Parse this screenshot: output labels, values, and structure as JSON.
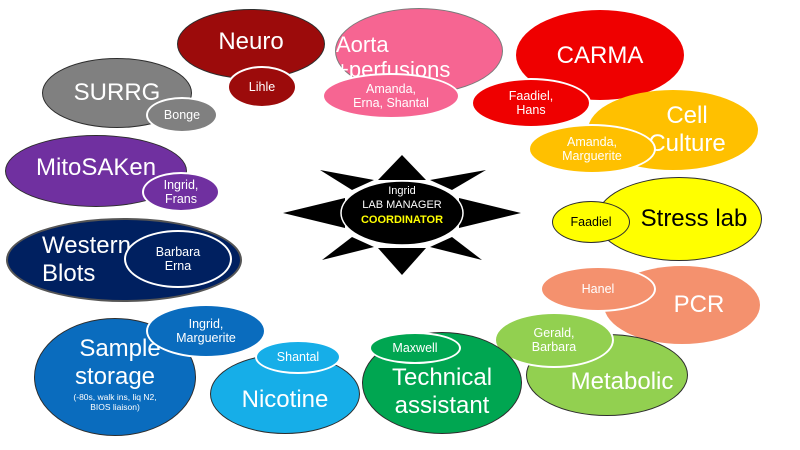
{
  "center": {
    "name": "Ingrid",
    "role": "LAB MANAGER",
    "title": "COORDINATOR",
    "colors": {
      "fill": "#000000",
      "accent": "#ffff00"
    }
  },
  "groups": {
    "neuro": {
      "label": "Neuro",
      "members": "Lihle"
    },
    "aorta": {
      "label_line1": "Aorta",
      "label_line2": "+perfusions",
      "members_line1": "Amanda,",
      "members_line2": "Erna, Shantal"
    },
    "carma": {
      "label": "CARMA",
      "members_line1": "Faadiel,",
      "members_line2": "Hans"
    },
    "surrg": {
      "label": "SURRG",
      "members": "Bonge"
    },
    "cell_culture": {
      "label_line1": "Cell",
      "label_line2": "Culture",
      "members_line1": "Amanda,",
      "members_line2": "Marguerite"
    },
    "mitosaken": {
      "label": "MitoSAKen",
      "members_line1": "Ingrid,",
      "members_line2": "Frans"
    },
    "stress_lab": {
      "label": "Stress lab",
      "members": "Faadiel"
    },
    "western_blots": {
      "label_line1": "Western",
      "label_line2": "Blots",
      "members_line1": "Barbara",
      "members_line2": "Erna"
    },
    "pcr": {
      "label": "PCR",
      "members": "Hanel"
    },
    "sample_storage": {
      "label_line1": "Sample",
      "label_line2": "storage",
      "note_line1": "(-80s, walk ins, liq N2,",
      "note_line2": "BIOS liaison)",
      "members_line1": "Ingrid,",
      "members_line2": "Marguerite"
    },
    "metabolic": {
      "label": "Metabolic",
      "members_line1": "Gerald,",
      "members_line2": "Barbara"
    },
    "nicotine": {
      "label": "Nicotine",
      "members": "Shantal"
    },
    "technical_assistant": {
      "label_line1": "Technical",
      "label_line2": "assistant",
      "members": "Maxwell"
    }
  },
  "colors": {
    "neuro": "#9c0b0b",
    "aorta": "#f66592",
    "carma": "#ef0000",
    "surrg": "#808080",
    "cell_culture": "#ffc000",
    "mitosaken": "#7030a0",
    "stress_lab": "#ffff00",
    "western_blots": "#002060",
    "pcr": "#f4916e",
    "sample_storage": "#0a6cbe",
    "metabolic": "#92d050",
    "nicotine": "#16aee8",
    "technical_assistant": "#00a651"
  }
}
